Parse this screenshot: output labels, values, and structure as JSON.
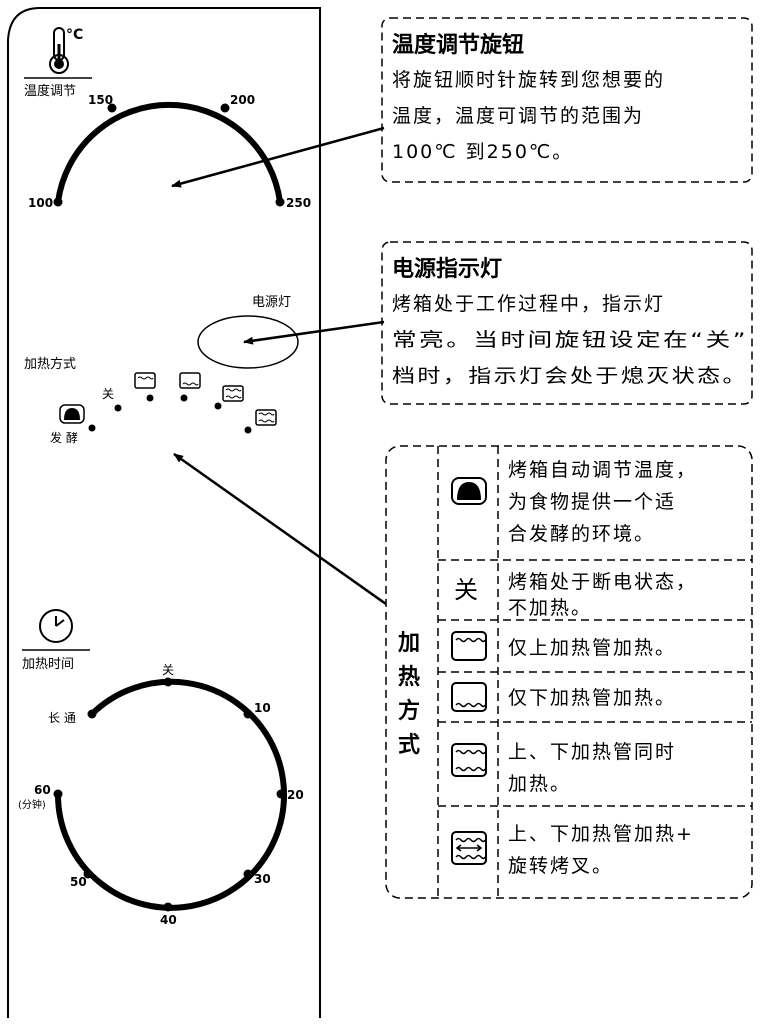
{
  "panel": {
    "temp_label": "温度调节",
    "temp_unit_symbol": "°C",
    "temp_scale": [
      "100",
      "150",
      "200",
      "250"
    ],
    "power_label": "电源灯",
    "heat_mode_label": "加热方式",
    "heat_mode_off": "关",
    "heat_mode_ferment": "发 酵",
    "time_label": "加热时间",
    "time_marks": {
      "off": "关",
      "10": "10",
      "20": "20",
      "30": "30",
      "40": "40",
      "50": "50",
      "60": "60",
      "60_unit": "(分钟)",
      "always_on": "长 通"
    }
  },
  "callouts": {
    "temperature": {
      "title": "温度调节旋钮",
      "lines": [
        "将旋钮顺时针旋转到您想要的",
        "温度，温度可调节的范围为",
        "100℃ 到250℃。"
      ]
    },
    "power_light": {
      "title": "电源指示灯",
      "lines": [
        "烤箱处于工作过程中，指示灯",
        "常亮。当时间旋钮设定在“关”",
        "档时，指示灯会处于熄灭状态。"
      ]
    }
  },
  "heat_table": {
    "side_label": [
      "加",
      "热",
      "方",
      "式"
    ],
    "rows": [
      {
        "icon": "dome-icon",
        "lines": [
          "烤箱自动调节温度，",
          "为食物提供一个适",
          "合发酵的环境。"
        ]
      },
      {
        "icon": "off-glyph",
        "glyph": "关",
        "lines": [
          "烤箱处于断电状态，",
          "不加热。"
        ]
      },
      {
        "icon": "top-heater-icon",
        "lines": [
          "仅上加热管加热。"
        ]
      },
      {
        "icon": "bottom-heater-icon",
        "lines": [
          "仅下加热管加热。"
        ]
      },
      {
        "icon": "top-bottom-heater-icon",
        "lines": [
          "上、下加热管同时",
          "加热。"
        ]
      },
      {
        "icon": "rotisserie-icon",
        "lines": [
          "上、下加热管加热+",
          "旋转烤叉。"
        ]
      }
    ]
  }
}
